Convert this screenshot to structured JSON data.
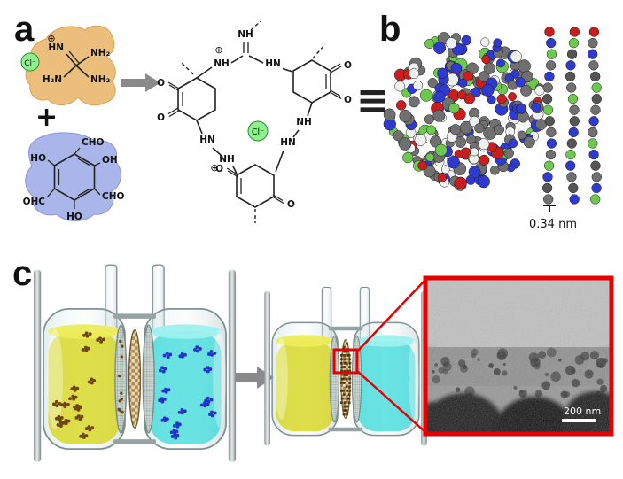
{
  "figure": {
    "panel_a": "a",
    "panel_b": "b",
    "panel_c": "c",
    "equivalence": "≡",
    "plus": "+"
  },
  "panel_a": {
    "chloride": "Cl⁻",
    "plus_charge": "⊕",
    "amine_labels": [
      "HN",
      "NH₂",
      "NH₂",
      "H₂N"
    ],
    "phenol_labels": [
      "HO",
      "CHO",
      "OH",
      "CHO",
      "OHC",
      "HO"
    ],
    "network": {
      "nh": "NH",
      "hn": "HN",
      "o": "O"
    }
  },
  "panel_b": {
    "spacing_label": "0.34 nm"
  },
  "panel_c": {
    "sem_scale_label": "200 nm"
  },
  "palette": {
    "accent_red": "#e60000",
    "amine_blob": "#ecbe7c",
    "phenol_blob": "#aab6ea",
    "chloride_green": "#8ef08e",
    "liquid_yellow": "#d6d61c",
    "liquid_yellow_surface": "#ecec58",
    "liquid_cyan": "#38dada",
    "liquid_cyan_surface": "#9cf0ee",
    "particle_brown": "#6e4410",
    "particle_blue": "#2230cc",
    "membrane_dot": "#4a2e06",
    "sphere_colors": {
      "gray": "#707070",
      "blue": "#2f3bd0",
      "red": "#c81e1e",
      "white": "#f0f0f0",
      "green": "#6cc94e"
    }
  }
}
